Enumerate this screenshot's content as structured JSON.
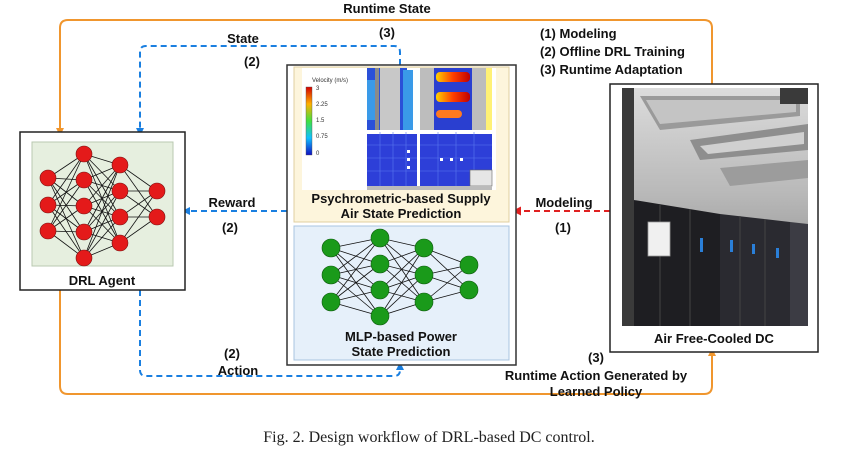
{
  "caption": "Fig. 2.  Design workflow of DRL-based DC control.",
  "agent": {
    "label": "DRL Agent"
  },
  "center": {
    "top_label_line1": "Psychrometric-based Supply",
    "top_label_line2": "Air State Prediction",
    "bottom_label_line1": "MLP-based Power",
    "bottom_label_line2": "State Prediction",
    "heatmap_legend_title": "Velocity (m/s)",
    "heatmap_legend_ticks": [
      "3",
      "2.25",
      "1.5",
      "0.75",
      "0"
    ]
  },
  "dc": {
    "label": "Air Free-Cooled DC"
  },
  "steps": {
    "s1": "(1) Modeling",
    "s2": "(2) Offline DRL Training",
    "s3": "(3) Runtime Adaptation"
  },
  "arrows": {
    "runtime_state": "Runtime State",
    "runtime_state_num": "(3)",
    "state": "State",
    "state_num": "(2)",
    "reward": "Reward",
    "reward_num": "(2)",
    "modeling": "Modeling",
    "modeling_num": "(1)",
    "action_num": "(2)",
    "action": "Action",
    "runtime_action_num": "(3)",
    "runtime_action_line1": "Runtime Action Generated by",
    "runtime_action_line2": "Learned Policy"
  },
  "colors": {
    "orange": "#f0962e",
    "blue": "#1a7fe0",
    "red": "#e02020",
    "agent_node": "#e41a1a",
    "mlp_node": "#1a9a1a",
    "panel_top_bg": "#fdf5dc",
    "panel_bottom_bg": "#e6f0fa",
    "agent_bg": "#e6efdf"
  }
}
